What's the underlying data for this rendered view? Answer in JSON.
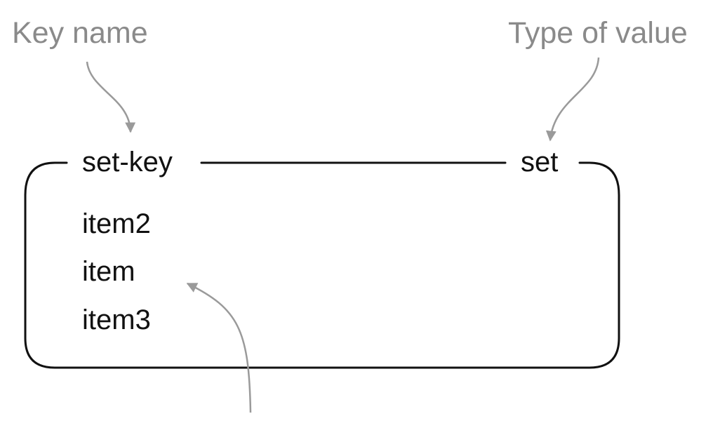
{
  "annotations": {
    "key_name": "Key name",
    "type_of_value": "Type of value"
  },
  "key": {
    "name": "set-key",
    "type": "set"
  },
  "items": [
    "item2",
    "item",
    "item3"
  ],
  "colors": {
    "annotation_text": "#8a8a8a",
    "arrow": "#9a9a9a",
    "box_text": "#111111",
    "box_border": "#111111",
    "background": "#ffffff"
  }
}
